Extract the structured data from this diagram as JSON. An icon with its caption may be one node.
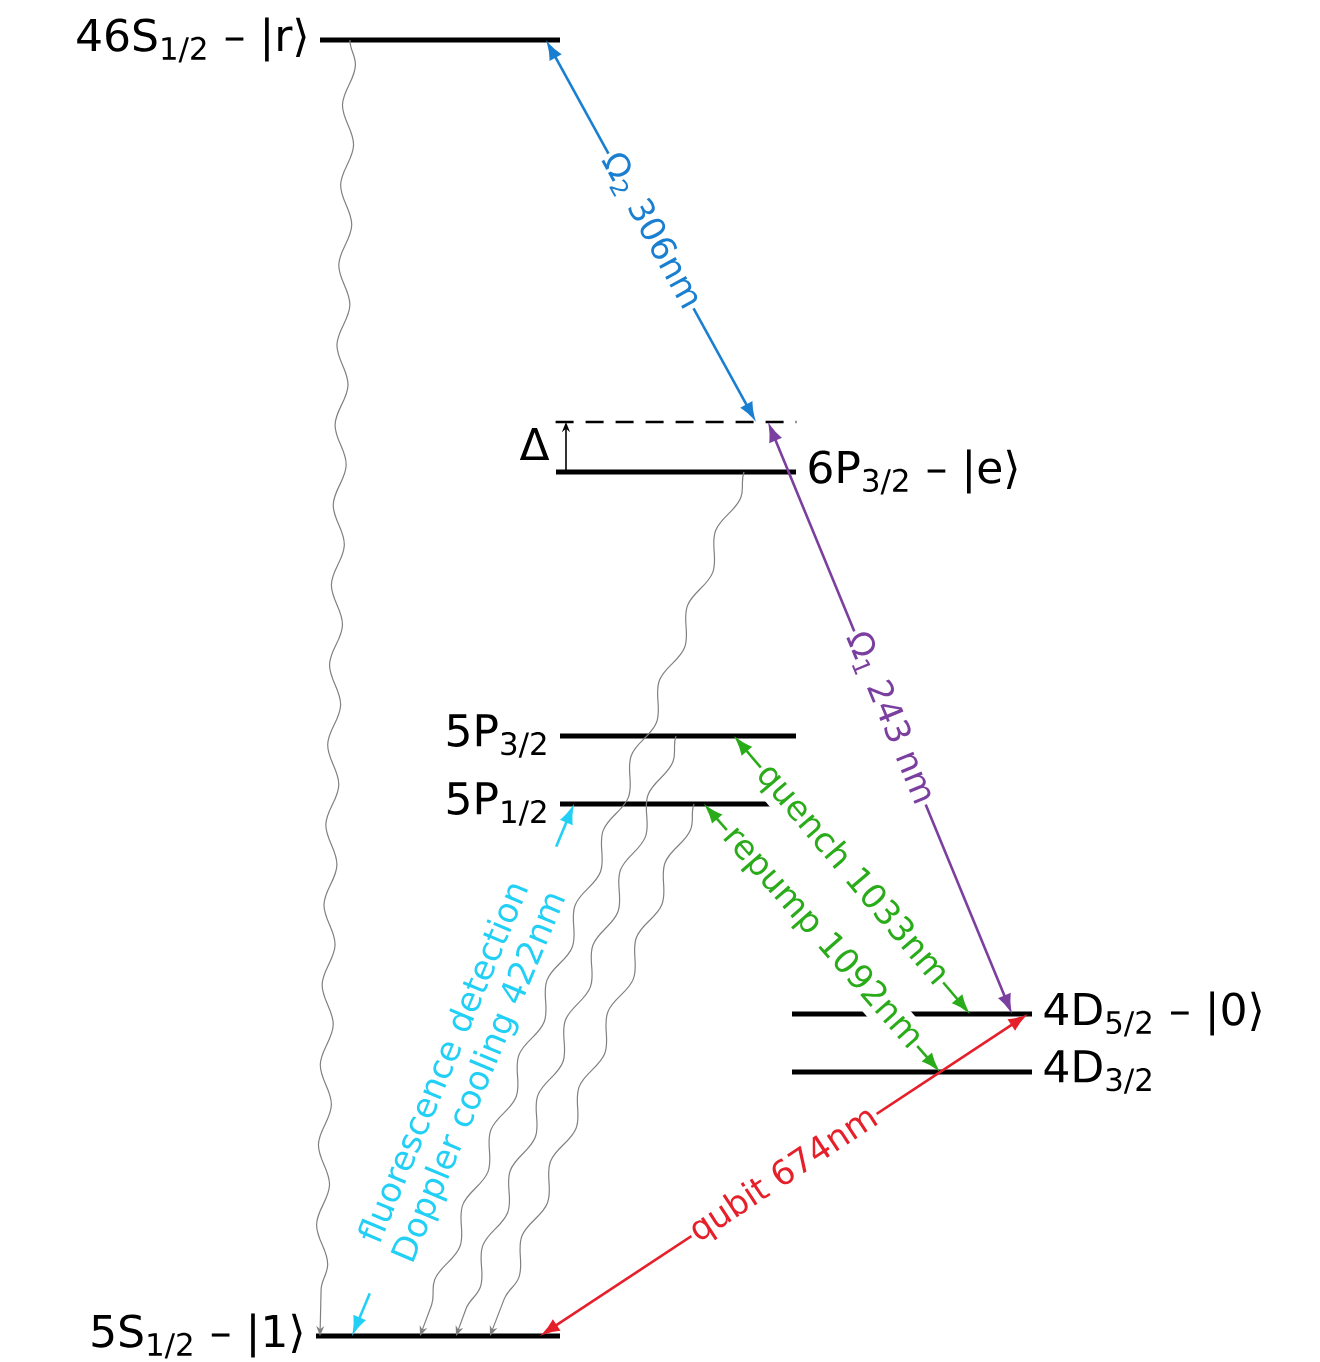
{
  "diagram": {
    "nodes": [
      {
        "text": [
          "46S$_{1/2}$ – |r⟩"
        ]
      },
      {
        "text": [],
        "shape": "bar"
      },
      {
        "text": [
          "6P$_{3/2}$ – |e⟩"
        ]
      },
      {
        "text": [
          "5P$_{3/2}$"
        ]
      },
      {
        "text": [
          "5P$_{1/2}$"
        ]
      },
      {
        "text": [
          "4D$_{5/2}$ – |0⟩"
        ]
      },
      {
        "text": [
          "4D$_{3/2}$"
        ]
      },
      {
        "text": [
          "5S$_{1/2}$ – |1⟩"
        ]
      }
    ],
    "edges": [
      {
        "from": 0,
        "to": 1,
        "arrow": "both",
        "label": "Ω$_{2}$ 306nm",
        "color": "#1a7fd0"
      },
      {
        "from": 1,
        "to": 5,
        "arrow": "both",
        "label": "Ω$_{1}$ 243 nm",
        "color": "#7b3f9f"
      },
      {
        "from": 3,
        "to": 5,
        "arrow": "both",
        "label": "quench 1033nm",
        "color": "#2aab1a"
      },
      {
        "from": 4,
        "to": 6,
        "arrow": "both",
        "label": "repump 1092nm",
        "color": "#2aab1a"
      },
      {
        "from": 4,
        "to": 7,
        "arrow": "both",
        "label": "fluorescence detection Doppler cooling 422nm",
        "color": "#22cff5"
      },
      {
        "from": 7,
        "to": 5,
        "arrow": "both",
        "label": "qubit 674nm",
        "color": "#e5202a"
      },
      {
        "from": 0,
        "to": 7,
        "arrow": "to"
      },
      {
        "from": 2,
        "to": 7,
        "arrow": "to"
      },
      {
        "from": 3,
        "to": 7,
        "arrow": "to"
      },
      {
        "from": 4,
        "to": 7,
        "arrow": "to"
      },
      {
        "from": 2,
        "to": 1,
        "arrow": "to",
        "label": "Δ",
        "color": "#000000"
      }
    ]
  }
}
